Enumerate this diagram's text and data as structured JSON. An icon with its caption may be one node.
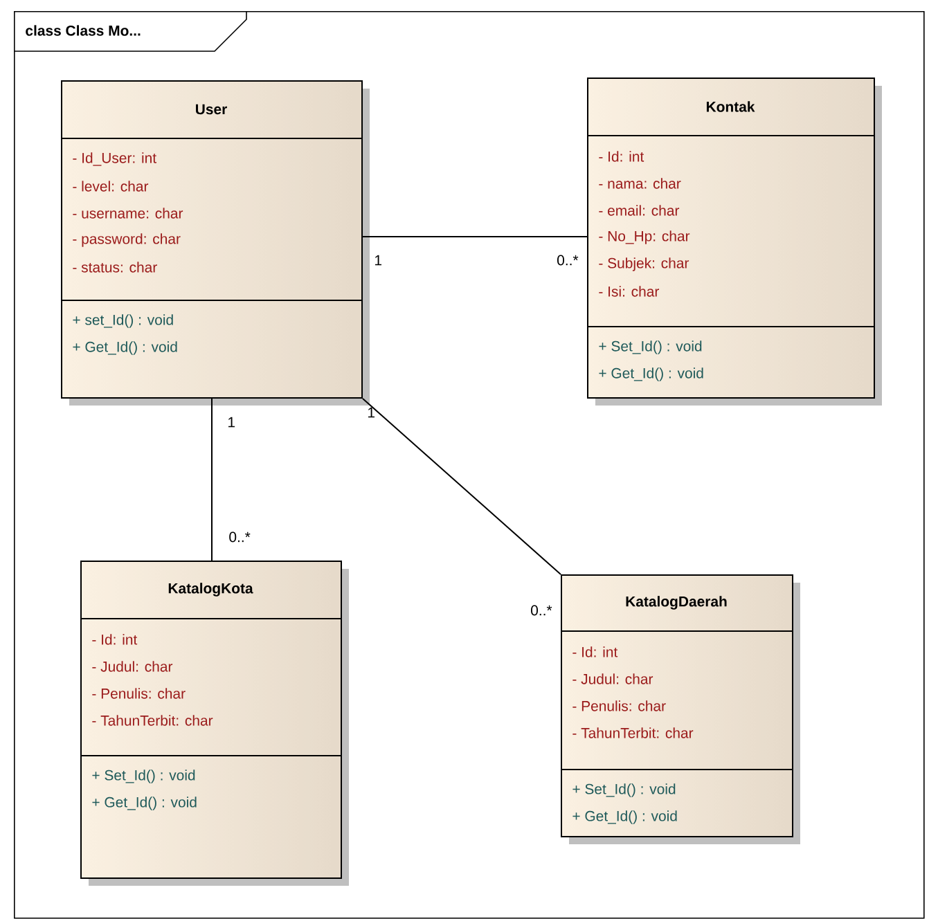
{
  "diagram": {
    "nodes": [
      {
        "text": [
          "class Class Mo..."
        ]
      },
      {
        "text": [
          "User",
          "- Id_User: int",
          "- level: char",
          "- username: char",
          "- password: char",
          "- status: char",
          "+ set_Id() : void",
          "+ Get_Id() : void"
        ],
        "in": 0
      },
      {
        "text": [
          "Kontak",
          "- Id: int",
          "- nama: char",
          "- email: char",
          "- No_Hp: char",
          "- Subjek: char",
          "- Isi: char",
          "+ Set_Id() : void",
          "+ Get_Id() : void"
        ],
        "in": 0
      },
      {
        "text": [
          "KatalogKota",
          "- Id: int",
          "- Judul: char",
          "- Penulis: char",
          "- TahunTerbit: char",
          "+ Set_Id() : void",
          "+ Get_Id() : void"
        ],
        "in": 0
      },
      {
        "text": [
          "KatalogDaerah",
          "- Id: int",
          "- Judul: char",
          "- Penulis: char",
          "- TahunTerbit: char",
          "+ Set_Id() : void",
          "+ Get_Id() : void"
        ],
        "in": 0
      }
    ],
    "edges": [
      {
        "from": 1,
        "to": 2,
        "arrow": "none"
      },
      {
        "from": 1,
        "to": 3,
        "arrow": "none"
      },
      {
        "from": 1,
        "to": 4,
        "arrow": "none"
      }
    ],
    "labels": [
      "1",
      "0..*",
      "1",
      "1",
      "0..*",
      "0..*"
    ]
  }
}
